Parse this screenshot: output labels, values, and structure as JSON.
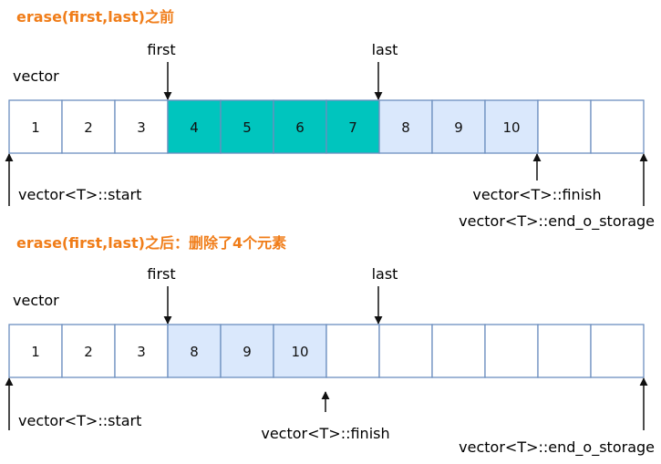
{
  "colors": {
    "title": "#F07D19",
    "cell_border": "#6C8EBF",
    "cell_empty": "#FFFFFF",
    "cell_light": "#DAE8FC",
    "cell_erased": "#00C5BE",
    "arrow": "#111111"
  },
  "before": {
    "title": "erase(first,last)之前",
    "vector_label": "vector",
    "first_label": "first",
    "last_label": "last",
    "cells": [
      {
        "text": "1",
        "style": "empty"
      },
      {
        "text": "2",
        "style": "empty"
      },
      {
        "text": "3",
        "style": "empty"
      },
      {
        "text": "4",
        "style": "erased"
      },
      {
        "text": "5",
        "style": "erased"
      },
      {
        "text": "6",
        "style": "erased"
      },
      {
        "text": "7",
        "style": "erased"
      },
      {
        "text": "8",
        "style": "light"
      },
      {
        "text": "9",
        "style": "light"
      },
      {
        "text": "10",
        "style": "light"
      },
      {
        "text": "",
        "style": "empty"
      },
      {
        "text": "",
        "style": "empty"
      }
    ],
    "start_label": "vector<T>::start",
    "finish_label": "vector<T>::finish",
    "end_label": "vector<T>::end_o_storage"
  },
  "after": {
    "title": "erase(first,last)之后：删除了4个元素",
    "vector_label": "vector",
    "first_label": "first",
    "last_label": "last",
    "cells": [
      {
        "text": "1",
        "style": "empty"
      },
      {
        "text": "2",
        "style": "empty"
      },
      {
        "text": "3",
        "style": "empty"
      },
      {
        "text": "8",
        "style": "light"
      },
      {
        "text": "9",
        "style": "light"
      },
      {
        "text": "10",
        "style": "light"
      },
      {
        "text": "",
        "style": "empty"
      },
      {
        "text": "",
        "style": "empty"
      },
      {
        "text": "",
        "style": "empty"
      },
      {
        "text": "",
        "style": "empty"
      },
      {
        "text": "",
        "style": "empty"
      },
      {
        "text": "",
        "style": "empty"
      }
    ],
    "start_label": "vector<T>::start",
    "finish_label": "vector<T>::finish",
    "end_label": "vector<T>::end_o_storage"
  }
}
